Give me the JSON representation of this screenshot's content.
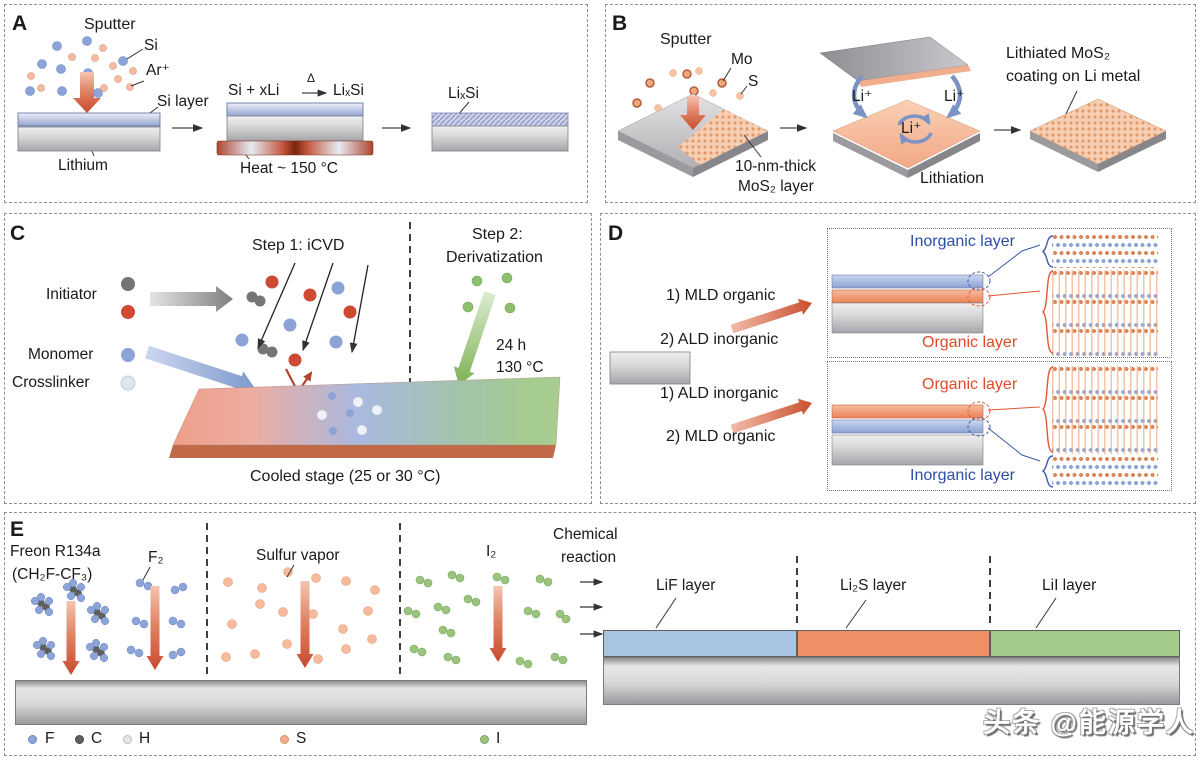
{
  "panels": {
    "a": {
      "label": "A",
      "sputter": "Sputter",
      "si": "Si",
      "ar": "Ar⁺",
      "si_layer": "Si layer",
      "lithium": "Lithium",
      "formula_left": "Si + xLi",
      "delta": "Δ",
      "formula_right": "LiₓSi",
      "heat": "Heat ~ 150 °C",
      "product": "LiₓSi"
    },
    "b": {
      "label": "B",
      "sputter": "Sputter",
      "mo": "Mo",
      "s": "S",
      "mos2_line1": "10-nm-thick",
      "mos2_line2": "MoS₂ layer",
      "li_left": "Li⁺",
      "li_right": "Li⁺",
      "li_center": "Li⁺",
      "lithiation": "Lithiation",
      "result_line1": "Lithiated MoS₂",
      "result_line2": "coating on Li metal"
    },
    "c": {
      "label": "C",
      "step1": "Step 1: iCVD",
      "step2_line1": "Step 2:",
      "step2_line2": "Derivatization",
      "initiator": "Initiator",
      "monomer": "Monomer",
      "crosslinker": "Crosslinker",
      "time": "24 h",
      "temp": "130 °C",
      "stage": "Cooled stage (25 or 30 °C)"
    },
    "d": {
      "label": "D",
      "seq1_step1": "1) MLD organic",
      "seq1_step2": "2) ALD inorganic",
      "seq2_step1": "1) ALD inorganic",
      "seq2_step2": "2) MLD organic",
      "inorganic_top": "Inorganic layer",
      "organic_top": "Organic layer",
      "organic_bottom": "Organic layer",
      "inorganic_bottom": "Inorganic layer"
    },
    "e": {
      "label": "E",
      "freon_line1": "Freon R134a",
      "freon_line2": "(CH₂F-CF₃)",
      "f2": "F₂",
      "sulfur": "Sulfur vapor",
      "i2": "I₂",
      "chem_line1": "Chemical",
      "chem_line2": "reaction",
      "lif": "LiF layer",
      "li2s": "Li₂S layer",
      "lii": "LiI layer",
      "legend": {
        "f": "F",
        "c": "C",
        "h": "H",
        "s": "S",
        "i": "I"
      }
    }
  },
  "watermark": "头条 @能源学人",
  "colors": {
    "particle_blue": "#8ca4d8",
    "particle_orange": "#f3bca3",
    "particle_gray": "#757575",
    "particle_red": "#cf4a33",
    "particle_green": "#8cbf70",
    "particle_white": "#e9edf5",
    "si_layer_blue": "#97a6d2",
    "arrow_red": "#c94a2e",
    "inorganic_text_blue": "#2d4da5",
    "organic_text_red": "#e04a28",
    "lif_blue": "#a9c3e2",
    "li2s_orange": "#ef8f66",
    "lii_green": "#a5cb8b",
    "stage_front": "#c06a4a"
  }
}
